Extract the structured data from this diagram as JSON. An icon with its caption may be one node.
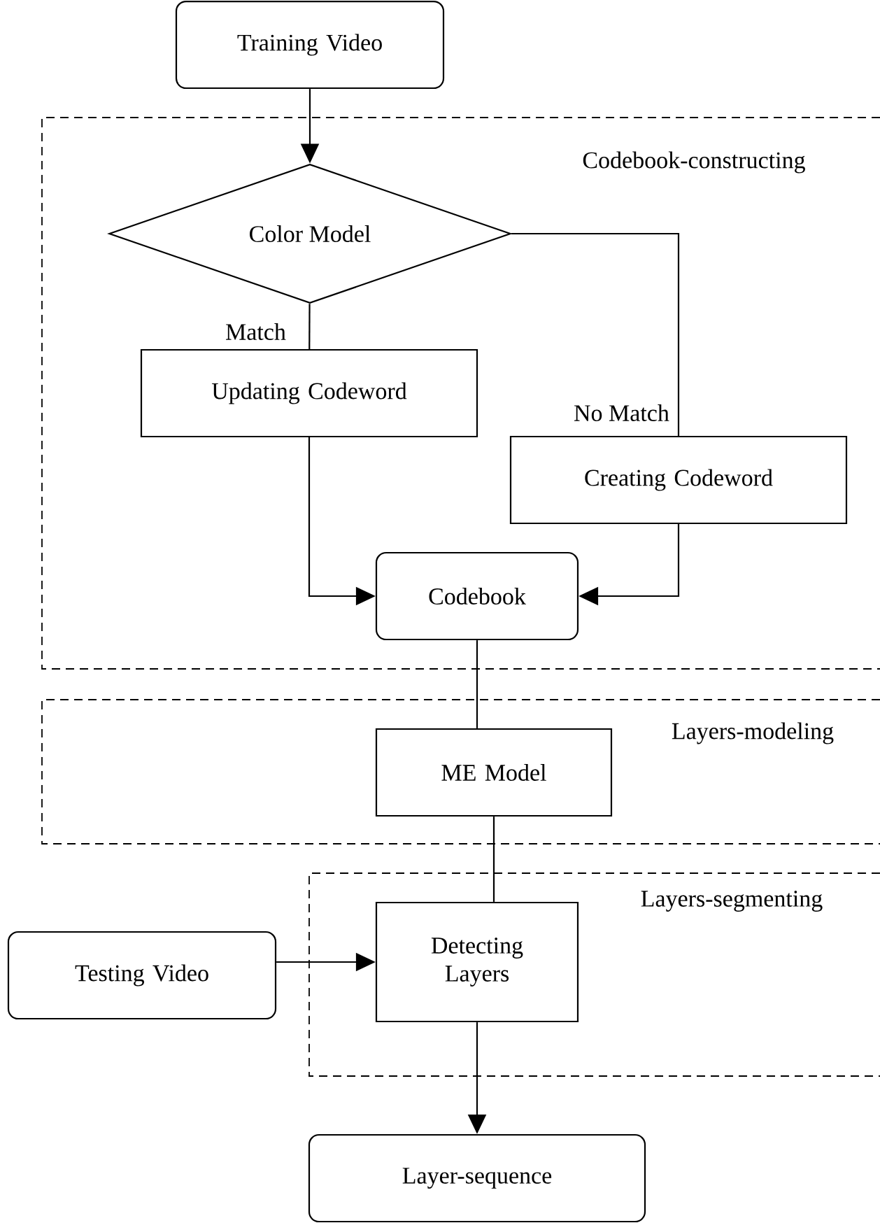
{
  "diagram": {
    "nodes": [
      {
        "text": [
          "Training Video"
        ]
      },
      {
        "text": [
          "Codebook-constructing"
        ]
      },
      {
        "text": [
          "Color Model"
        ],
        "in": 1
      },
      {
        "text": [
          "Updating Codeword"
        ],
        "in": 1
      },
      {
        "text": [
          "Creating Codeword"
        ],
        "in": 1
      },
      {
        "text": [
          "Codebook"
        ],
        "in": 1
      },
      {
        "text": [
          "Layers-modeling"
        ]
      },
      {
        "text": [
          "ME Model"
        ],
        "in": 6
      },
      {
        "text": [
          "Layers-segmenting"
        ]
      },
      {
        "text": [
          "Testing Video"
        ]
      },
      {
        "text": [
          "Detecting Layers"
        ],
        "in": 8
      },
      {
        "text": [
          "Layer-sequence"
        ]
      }
    ],
    "edges": [
      {
        "from": 0,
        "to": 2,
        "arrow": "to"
      },
      {
        "from": 2,
        "to": 3,
        "arrow": "none",
        "label": "Match"
      },
      {
        "from": 2,
        "to": 4,
        "arrow": "none",
        "label": "No Match"
      },
      {
        "from": 3,
        "to": 5,
        "arrow": "to"
      },
      {
        "from": 4,
        "to": 5,
        "arrow": "to"
      },
      {
        "from": 5,
        "to": 7,
        "arrow": "none"
      },
      {
        "from": 7,
        "to": 10,
        "arrow": "none"
      },
      {
        "from": 9,
        "to": 10,
        "arrow": "to"
      },
      {
        "from": 10,
        "to": 11,
        "arrow": "to"
      }
    ]
  }
}
